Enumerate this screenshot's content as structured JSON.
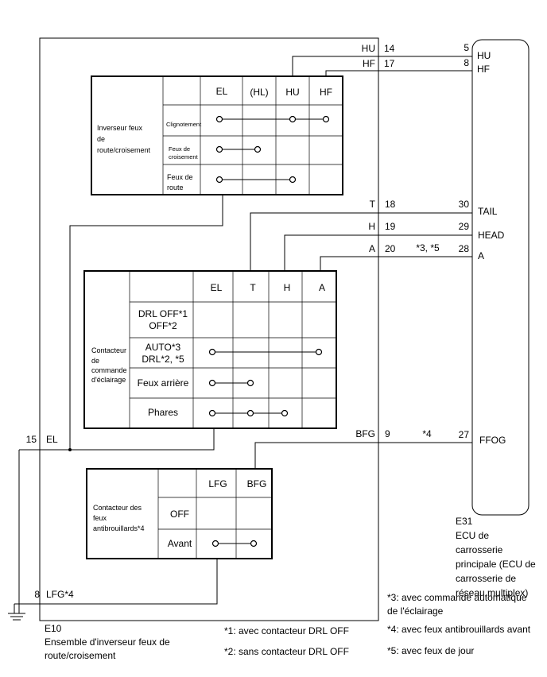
{
  "switch_assembly": {
    "id": "E10",
    "name_line1": "Ensemble d'inverseur feux de",
    "name_line2": "route/croisement"
  },
  "ecu": {
    "id": "E31",
    "name_lines": [
      "ECU de",
      "carrosserie",
      "principale (ECU de",
      "carrosserie de",
      "réseau multiplex)"
    ]
  },
  "dimmer_switch": {
    "label_lines": [
      "Inverseur feux",
      "de",
      "route/croisement"
    ],
    "columns": [
      "EL",
      "(HL)",
      "HU",
      "HF"
    ],
    "rows": [
      {
        "label_lines": [
          "Clignotement"
        ]
      },
      {
        "label_lines": [
          "Feux de",
          "croisement"
        ]
      },
      {
        "label_lines": [
          "Feux de",
          "route"
        ]
      }
    ]
  },
  "light_control_switch": {
    "label_lines": [
      "Contacteur",
      "de",
      "commande",
      "d'éclairage"
    ],
    "columns": [
      "EL",
      "T",
      "H",
      "A"
    ],
    "rows": [
      {
        "label_lines": [
          "DRL OFF*1",
          "OFF*2"
        ]
      },
      {
        "label_lines": [
          "AUTO*3",
          "DRL*2, *5"
        ]
      },
      {
        "label_lines": [
          "Feux arrière"
        ]
      },
      {
        "label_lines": [
          "Phares"
        ]
      }
    ]
  },
  "fog_switch": {
    "label_lines": [
      "Contacteur des",
      "feux",
      "antibrouillards*4"
    ],
    "columns": [
      "LFG",
      "BFG"
    ],
    "rows": [
      {
        "label_lines": [
          "OFF"
        ]
      },
      {
        "label_lines": [
          "Avant"
        ]
      }
    ]
  },
  "wires": [
    {
      "e10_name": "HU",
      "e10_pin": "14",
      "ecu_pin": "5",
      "ecu_name": "HU",
      "note": ""
    },
    {
      "e10_name": "HF",
      "e10_pin": "17",
      "ecu_pin": "8",
      "ecu_name": "HF",
      "note": ""
    },
    {
      "e10_name": "T",
      "e10_pin": "18",
      "ecu_pin": "30",
      "ecu_name": "TAIL",
      "note": ""
    },
    {
      "e10_name": "H",
      "e10_pin": "19",
      "ecu_pin": "29",
      "ecu_name": "HEAD",
      "note": ""
    },
    {
      "e10_name": "A",
      "e10_pin": "20",
      "ecu_pin": "28",
      "ecu_name": "A",
      "note": "*3, *5"
    },
    {
      "e10_name": "BFG",
      "e10_pin": "9",
      "ecu_pin": "27",
      "ecu_name": "FFOG",
      "note": "*4"
    }
  ],
  "ground_pins": [
    {
      "pin": "15",
      "name": "EL"
    },
    {
      "pin": "8",
      "name": "LFG*4"
    }
  ],
  "footnotes": [
    "*1: avec contacteur DRL OFF",
    "*2: sans contacteur DRL OFF",
    "*3: avec commande automatique",
    "de l'éclairage",
    "*4: avec feux antibrouillards avant",
    "*5: avec feux de jour"
  ]
}
